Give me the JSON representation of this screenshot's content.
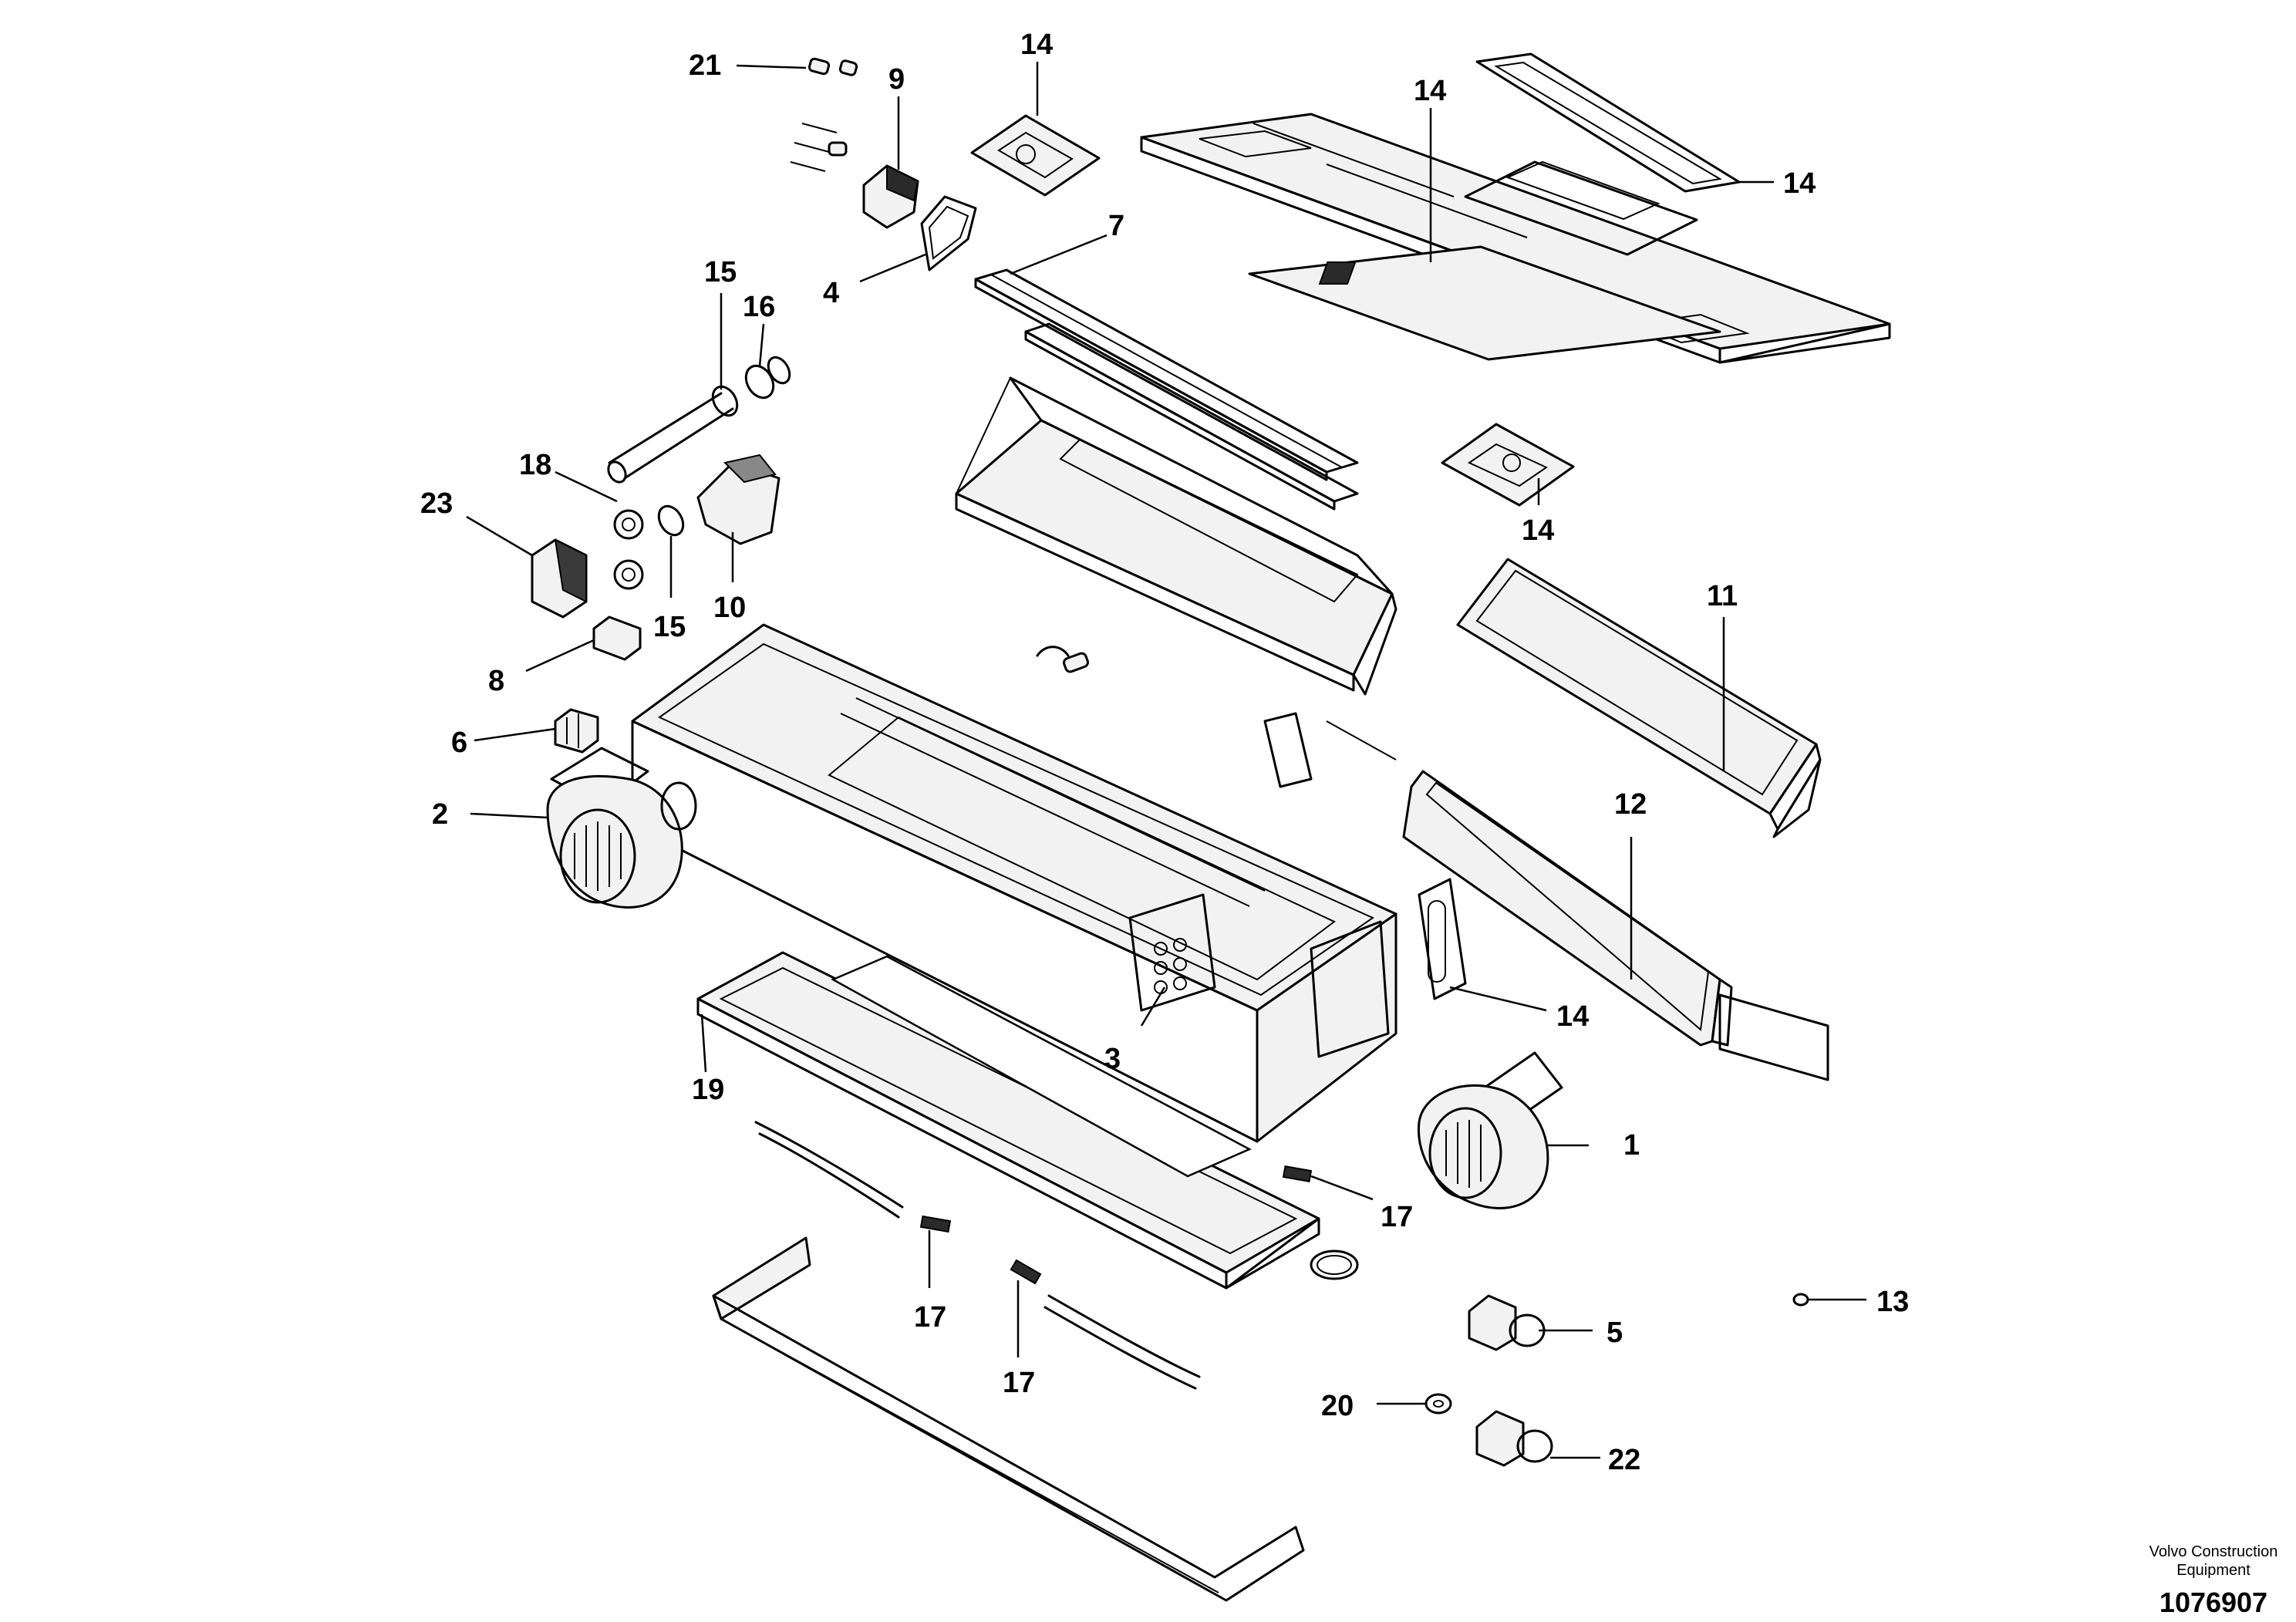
{
  "callouts": {
    "c1": "1",
    "c2": "2",
    "c3": "3",
    "c4": "4",
    "c5": "5",
    "c6": "6",
    "c7": "7",
    "c8": "8",
    "c9": "9",
    "c10": "10",
    "c11": "11",
    "c12": "12",
    "c13": "13",
    "c14a": "14",
    "c14b": "14",
    "c14c": "14",
    "c14d": "14",
    "c14e": "14",
    "c15a": "15",
    "c15b": "15",
    "c16": "16",
    "c17a": "17",
    "c17b": "17",
    "c17c": "17",
    "c18": "18",
    "c19": "19",
    "c20": "20",
    "c21": "21",
    "c22": "22",
    "c23": "23"
  },
  "footer": {
    "brand_line1": "Volvo Construction",
    "brand_line2": "Equipment",
    "drawing_number": "1076907"
  }
}
